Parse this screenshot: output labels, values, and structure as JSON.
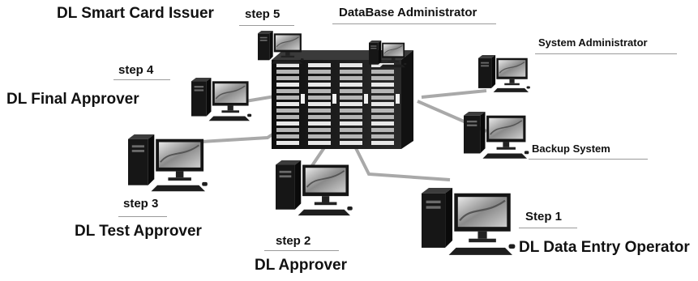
{
  "labels": {
    "smart_card_issuer": "DL  Smart Card Issuer",
    "step5": "step 5",
    "db_admin": "DataBase Administrator",
    "sys_admin": "System Administrator",
    "step4": "step 4",
    "final_approver": "DL   Final Approver",
    "backup": "Backup System",
    "step3": "step 3",
    "test_approver": "DL  Test Approver",
    "step2": "step 2",
    "approver": "DL Approver",
    "step1": "Step 1",
    "data_entry": "DL Data Entry Operator"
  },
  "colors": {
    "cable": "#a9a9a9",
    "rack": "#1c1c1c",
    "rack_panel": "#cfcfcf",
    "monitor_frame": "#151515",
    "screen": "#8d8d8d"
  },
  "icons": {
    "server": "server-rack-icon",
    "workstation": "desktop-computer-icon"
  }
}
